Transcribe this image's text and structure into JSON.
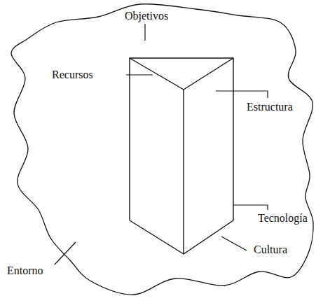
{
  "diagram": {
    "labels": [
      "Objetivos",
      "Recursos",
      "Estructura",
      "Tecnología",
      "Cultura",
      "Entorno"
    ]
  }
}
